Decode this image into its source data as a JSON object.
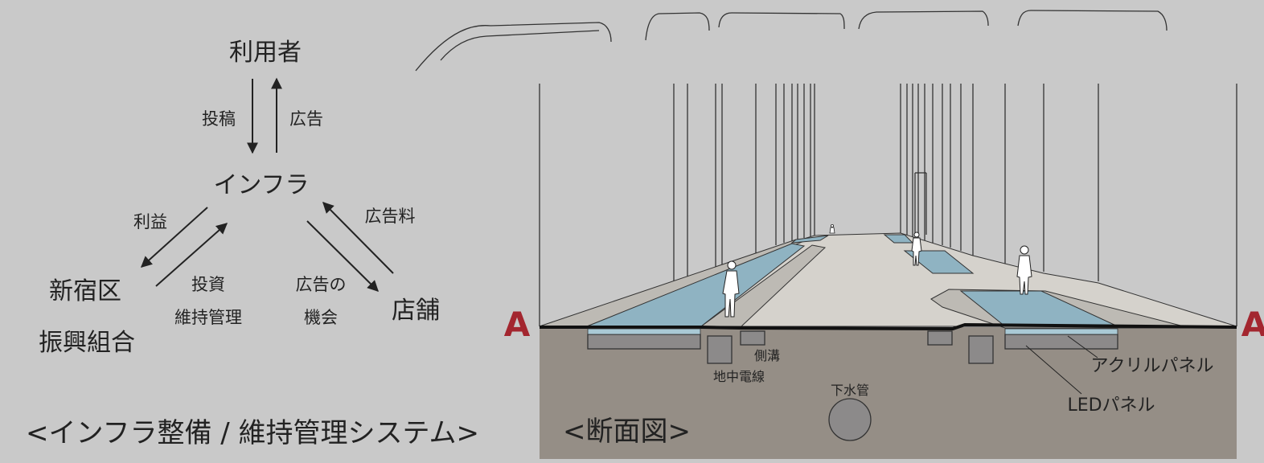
{
  "flow": {
    "user": "利用者",
    "post": "投稿",
    "ad": "広告",
    "infra": "インフラ",
    "profit": "利益",
    "ad_fee": "広告料",
    "ward_line1": "新宿区",
    "ward_line2": "振興組合",
    "invest_line1": "投資",
    "invest_line2": "維持管理",
    "opportunity_line1": "広告の",
    "opportunity_line2": "機会",
    "store": "店舗",
    "caption": "<インフラ整備 / 維持管理システム>"
  },
  "section": {
    "caption": "<断面図>",
    "marker_left": "A",
    "marker_right": "A",
    "side_ditch": "側溝",
    "underground_cable": "地中電線",
    "sewer_pipe": "下水管",
    "acrylic_panel": "アクリルパネル",
    "led_panel": "LEDパネル"
  },
  "colors": {
    "background": "#c9c9c9",
    "ground": "#958e86",
    "water": "#8fb3c2",
    "marker": "#a3262f",
    "line": "#222222"
  }
}
